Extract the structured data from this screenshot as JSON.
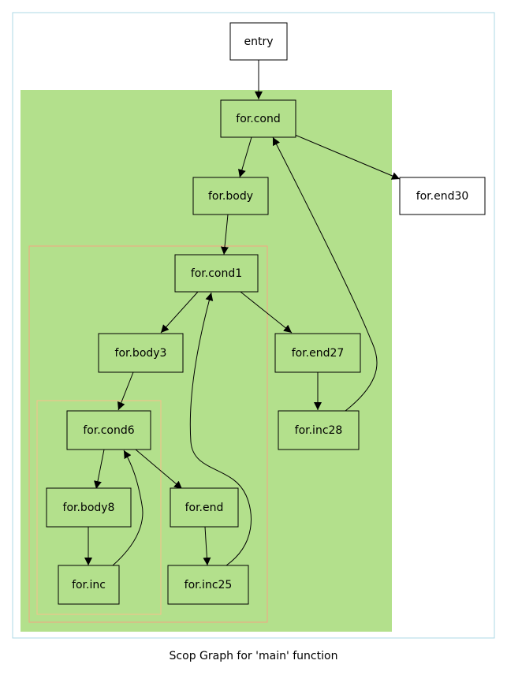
{
  "caption": "Scop Graph for 'main' function",
  "colors": {
    "outer_border": "#add8e6",
    "scop_fill": "#b3e08c",
    "loop_border_1": "#f4a582",
    "loop_border_2": "#f7c08c",
    "node_fill_outside": "#ffffff",
    "node_stroke": "#000000",
    "edge": "#000000"
  },
  "nodes": {
    "entry": "entry",
    "for_cond": "for.cond",
    "for_body": "for.body",
    "for_end30": "for.end30",
    "for_cond1": "for.cond1",
    "for_body3": "for.body3",
    "for_end27": "for.end27",
    "for_inc28": "for.inc28",
    "for_cond6": "for.cond6",
    "for_body8": "for.body8",
    "for_end": "for.end",
    "for_inc": "for.inc",
    "for_inc25": "for.inc25"
  }
}
